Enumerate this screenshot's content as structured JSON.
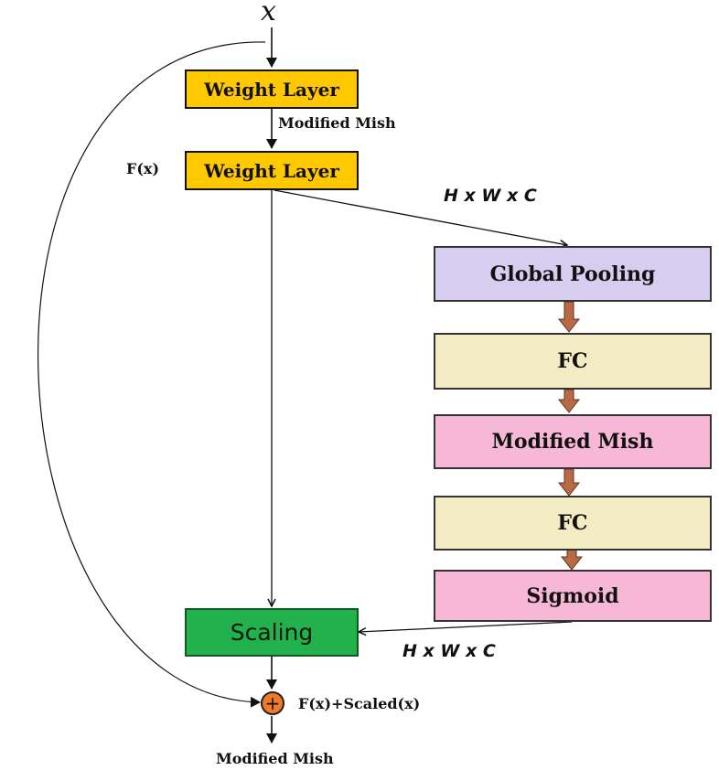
{
  "input_label": "x",
  "blocks": {
    "weight_layer_1": "Weight Layer",
    "weight_layer_2": "Weight Layer",
    "global_pooling": "Global Pooling",
    "fc_1": "FC",
    "modified_mish": "Modified Mish",
    "fc_2": "FC",
    "sigmoid": "Sigmoid",
    "scaling": "Scaling"
  },
  "labels": {
    "activation_between_layers": "Modified Mish",
    "fx": "F(x)",
    "dims_top": "H x W x C",
    "dims_bottom": "H x W x C",
    "sum_result": "F(x)+Scaled(x)",
    "output_activation": "Modified Mish"
  },
  "plus_symbol": "+",
  "colors": {
    "weight_layer": "#FFC800",
    "global_pooling": "#D7CDEE",
    "fc": "#F3EBC3",
    "mish_sigmoid": "#F7B8D8",
    "scaling": "#22B14C",
    "plus_node": "#F07A28",
    "se_arrow": "#B86A44"
  }
}
